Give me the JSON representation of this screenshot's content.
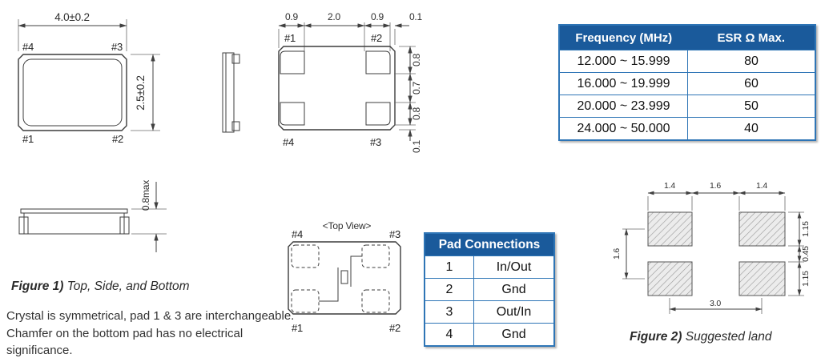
{
  "colors": {
    "header_bg": "#1A5A9B",
    "table_border": "#2E75B6"
  },
  "fig1": {
    "top": {
      "w": "4.0±0.2",
      "h": "2.5±0.2",
      "p_tl": "#4",
      "p_tr": "#3",
      "p_bl": "#1",
      "p_br": "#2"
    },
    "bottom": {
      "t0": "0.9",
      "t1": "2.0",
      "t2": "0.9",
      "t3": "0.1",
      "r0": "0.8",
      "r1": "0.7",
      "r2": "0.8",
      "r3": "0.1",
      "p_tl": "#1",
      "p_tr": "#2",
      "p_bl": "#4",
      "p_br": "#3"
    },
    "profile": {
      "h": "0.8max"
    },
    "cap_b": "Figure 1)",
    "cap_i": " Top, Side, and Bottom",
    "note": [
      "Crystal is symmetrical, pad 1 & 3 are interchangeable.",
      "Chamfer on the bottom pad has no electrical",
      "significance."
    ]
  },
  "esr": {
    "h0": "Frequency (MHz)",
    "h1": "ESR Ω Max.",
    "rows": [
      [
        "12.000 ~ 15.999",
        "80"
      ],
      [
        "16.000 ~ 19.999",
        "60"
      ],
      [
        "20.000 ~ 23.999",
        "50"
      ],
      [
        "24.000 ~ 50.000",
        "40"
      ]
    ]
  },
  "schem": {
    "title": "<Top View>",
    "p_tl": "#4",
    "p_tr": "#3",
    "p_bl": "#1",
    "p_br": "#2"
  },
  "pads": {
    "header": "Pad Connections",
    "rows": [
      [
        "1",
        "In/Out"
      ],
      [
        "2",
        "Gnd"
      ],
      [
        "3",
        "Out/In"
      ],
      [
        "4",
        "Gnd"
      ]
    ]
  },
  "land": {
    "t0": "1.4",
    "t1": "1.6",
    "t2": "1.4",
    "r0": "1.15",
    "r1": "0.45",
    "r2": "1.15",
    "l0": "1.6",
    "b0": "3.0"
  },
  "fig2": {
    "cap_b": "Figure 2)",
    "cap_i": " Suggested land"
  }
}
